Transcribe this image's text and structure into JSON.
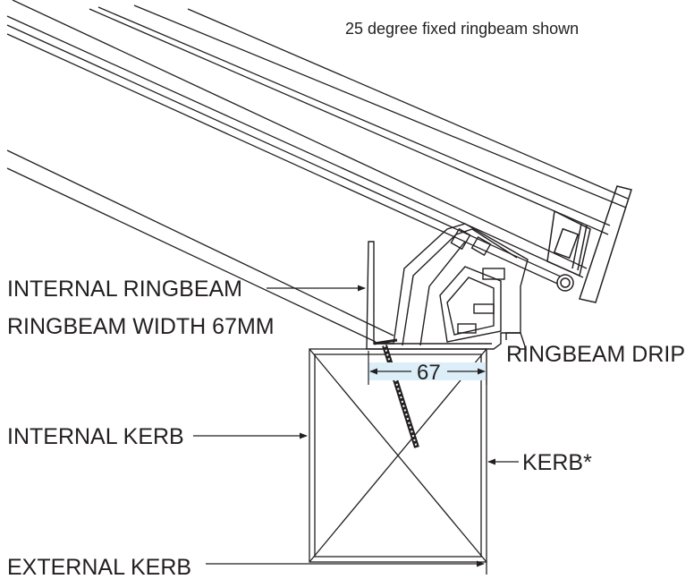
{
  "caption": "25 degree fixed ringbeam shown",
  "labels": {
    "internal_ringbeam": "INTERNAL RINGBEAM",
    "ringbeam_width": "RINGBEAM WIDTH 67MM",
    "ringbeam_drip": "RINGBEAM DRIP",
    "internal_kerb": "INTERNAL KERB",
    "kerb": "KERB*",
    "external_kerb": "EXTERNAL KERB"
  },
  "dimension": {
    "value": "67"
  },
  "colors": {
    "line": "#231f20",
    "highlight": "#dceef8"
  }
}
